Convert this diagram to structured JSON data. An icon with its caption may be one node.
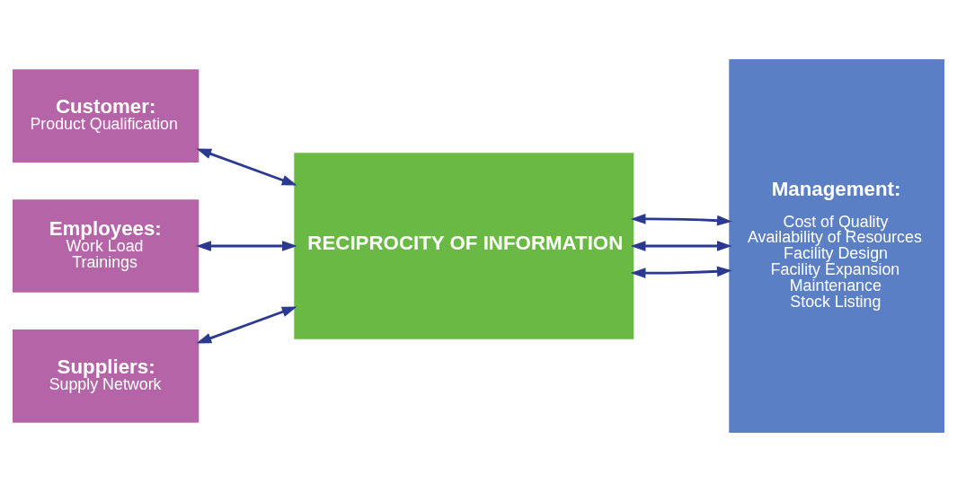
{
  "diagram": {
    "nodes": [
      {
        "text": [
          "Customer:",
          "Product Qualification"
        ]
      },
      {
        "text": [
          "Employees:",
          "Work Load",
          "Trainings"
        ]
      },
      {
        "text": [
          "Suppliers:",
          "Supply Network"
        ]
      },
      {
        "text": [
          "RECIPROCITY OF INFORMATION"
        ]
      },
      {
        "text": [
          "Management:",
          "Cost of Quality",
          "Availability of Resources",
          "Facility Design",
          "Facility Expansion",
          "Maintenance",
          "Stock Listing"
        ]
      }
    ],
    "edges": [
      {
        "from": 0,
        "to": 3,
        "arrow": "both"
      },
      {
        "from": 1,
        "to": 3,
        "arrow": "both"
      },
      {
        "from": 2,
        "to": 3,
        "arrow": "both"
      },
      {
        "from": 3,
        "to": 4,
        "arrow": "both"
      },
      {
        "from": 3,
        "to": 4,
        "arrow": "both"
      },
      {
        "from": 3,
        "to": 4,
        "arrow": "both"
      }
    ]
  }
}
